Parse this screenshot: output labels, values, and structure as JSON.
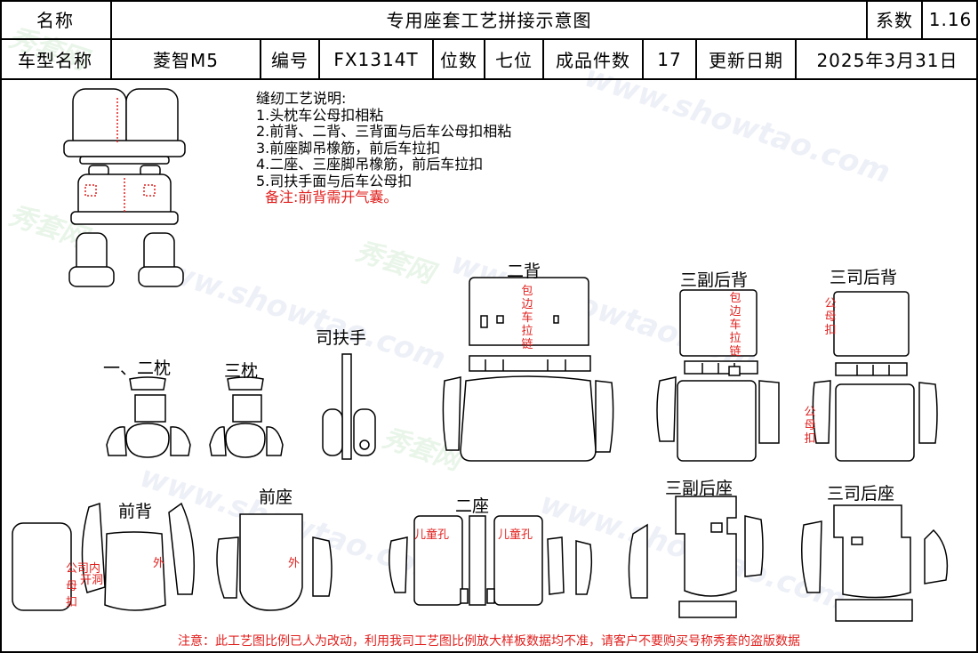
{
  "header": {
    "name_label": "名称",
    "name_value": "专用座套工艺拼接示意图",
    "factor_label": "系数",
    "factor_value": "1.16",
    "model_label": "车型名称",
    "model_value": "菱智M5",
    "code_label": "编号",
    "code_value": "FX1314T",
    "seats_label": "位数",
    "seats_value": "七位",
    "pieces_label": "成品件数",
    "pieces_value": "17",
    "date_label": "更新日期",
    "date_value": "2025年3月31日"
  },
  "notes": {
    "title": "缝纫工艺说明:",
    "items": [
      "1.头枕车公母扣相粘",
      "2.前背、二背、三背面与后车公母扣相粘",
      "3.前座脚吊橡筋，前后车拉扣",
      "4.二座、三座脚吊橡筋，前后车拉扣",
      "5.司扶手面与后车公母扣"
    ],
    "remark": "备注:前背需开气囊。"
  },
  "labels": {
    "back2": "二背",
    "back3_passenger": "三副后背",
    "back3_driver": "三司后背",
    "armrest": "司扶手",
    "headrest12": "一、二枕",
    "headrest3": "三枕",
    "front_back": "前背",
    "front_seat": "前座",
    "seat2": "二座",
    "seat3_passenger": "三副后座",
    "seat3_driver": "三司后座"
  },
  "annotations": {
    "binding_zip_a": "包边车拉链",
    "binding_zip_b": "包边车拉链",
    "snap_a": "公母扣",
    "snap_b": "公母扣",
    "child_hole_a": "儿童孔",
    "child_hole_b": "儿童孔",
    "outer_a": "外",
    "outer_b": "外",
    "front_snap": "公司内",
    "front_snap2": "母",
    "front_snap3": "扣",
    "front_snap_side": "开洞"
  },
  "watermark": {
    "url": "www.showtao.com",
    "cn": "秀套网"
  },
  "footer": "注意：此工艺图比例已人为改动，利用我司工艺图比例放大样板数据均不准，请客户不要购买号称秀套的盗版数据"
}
